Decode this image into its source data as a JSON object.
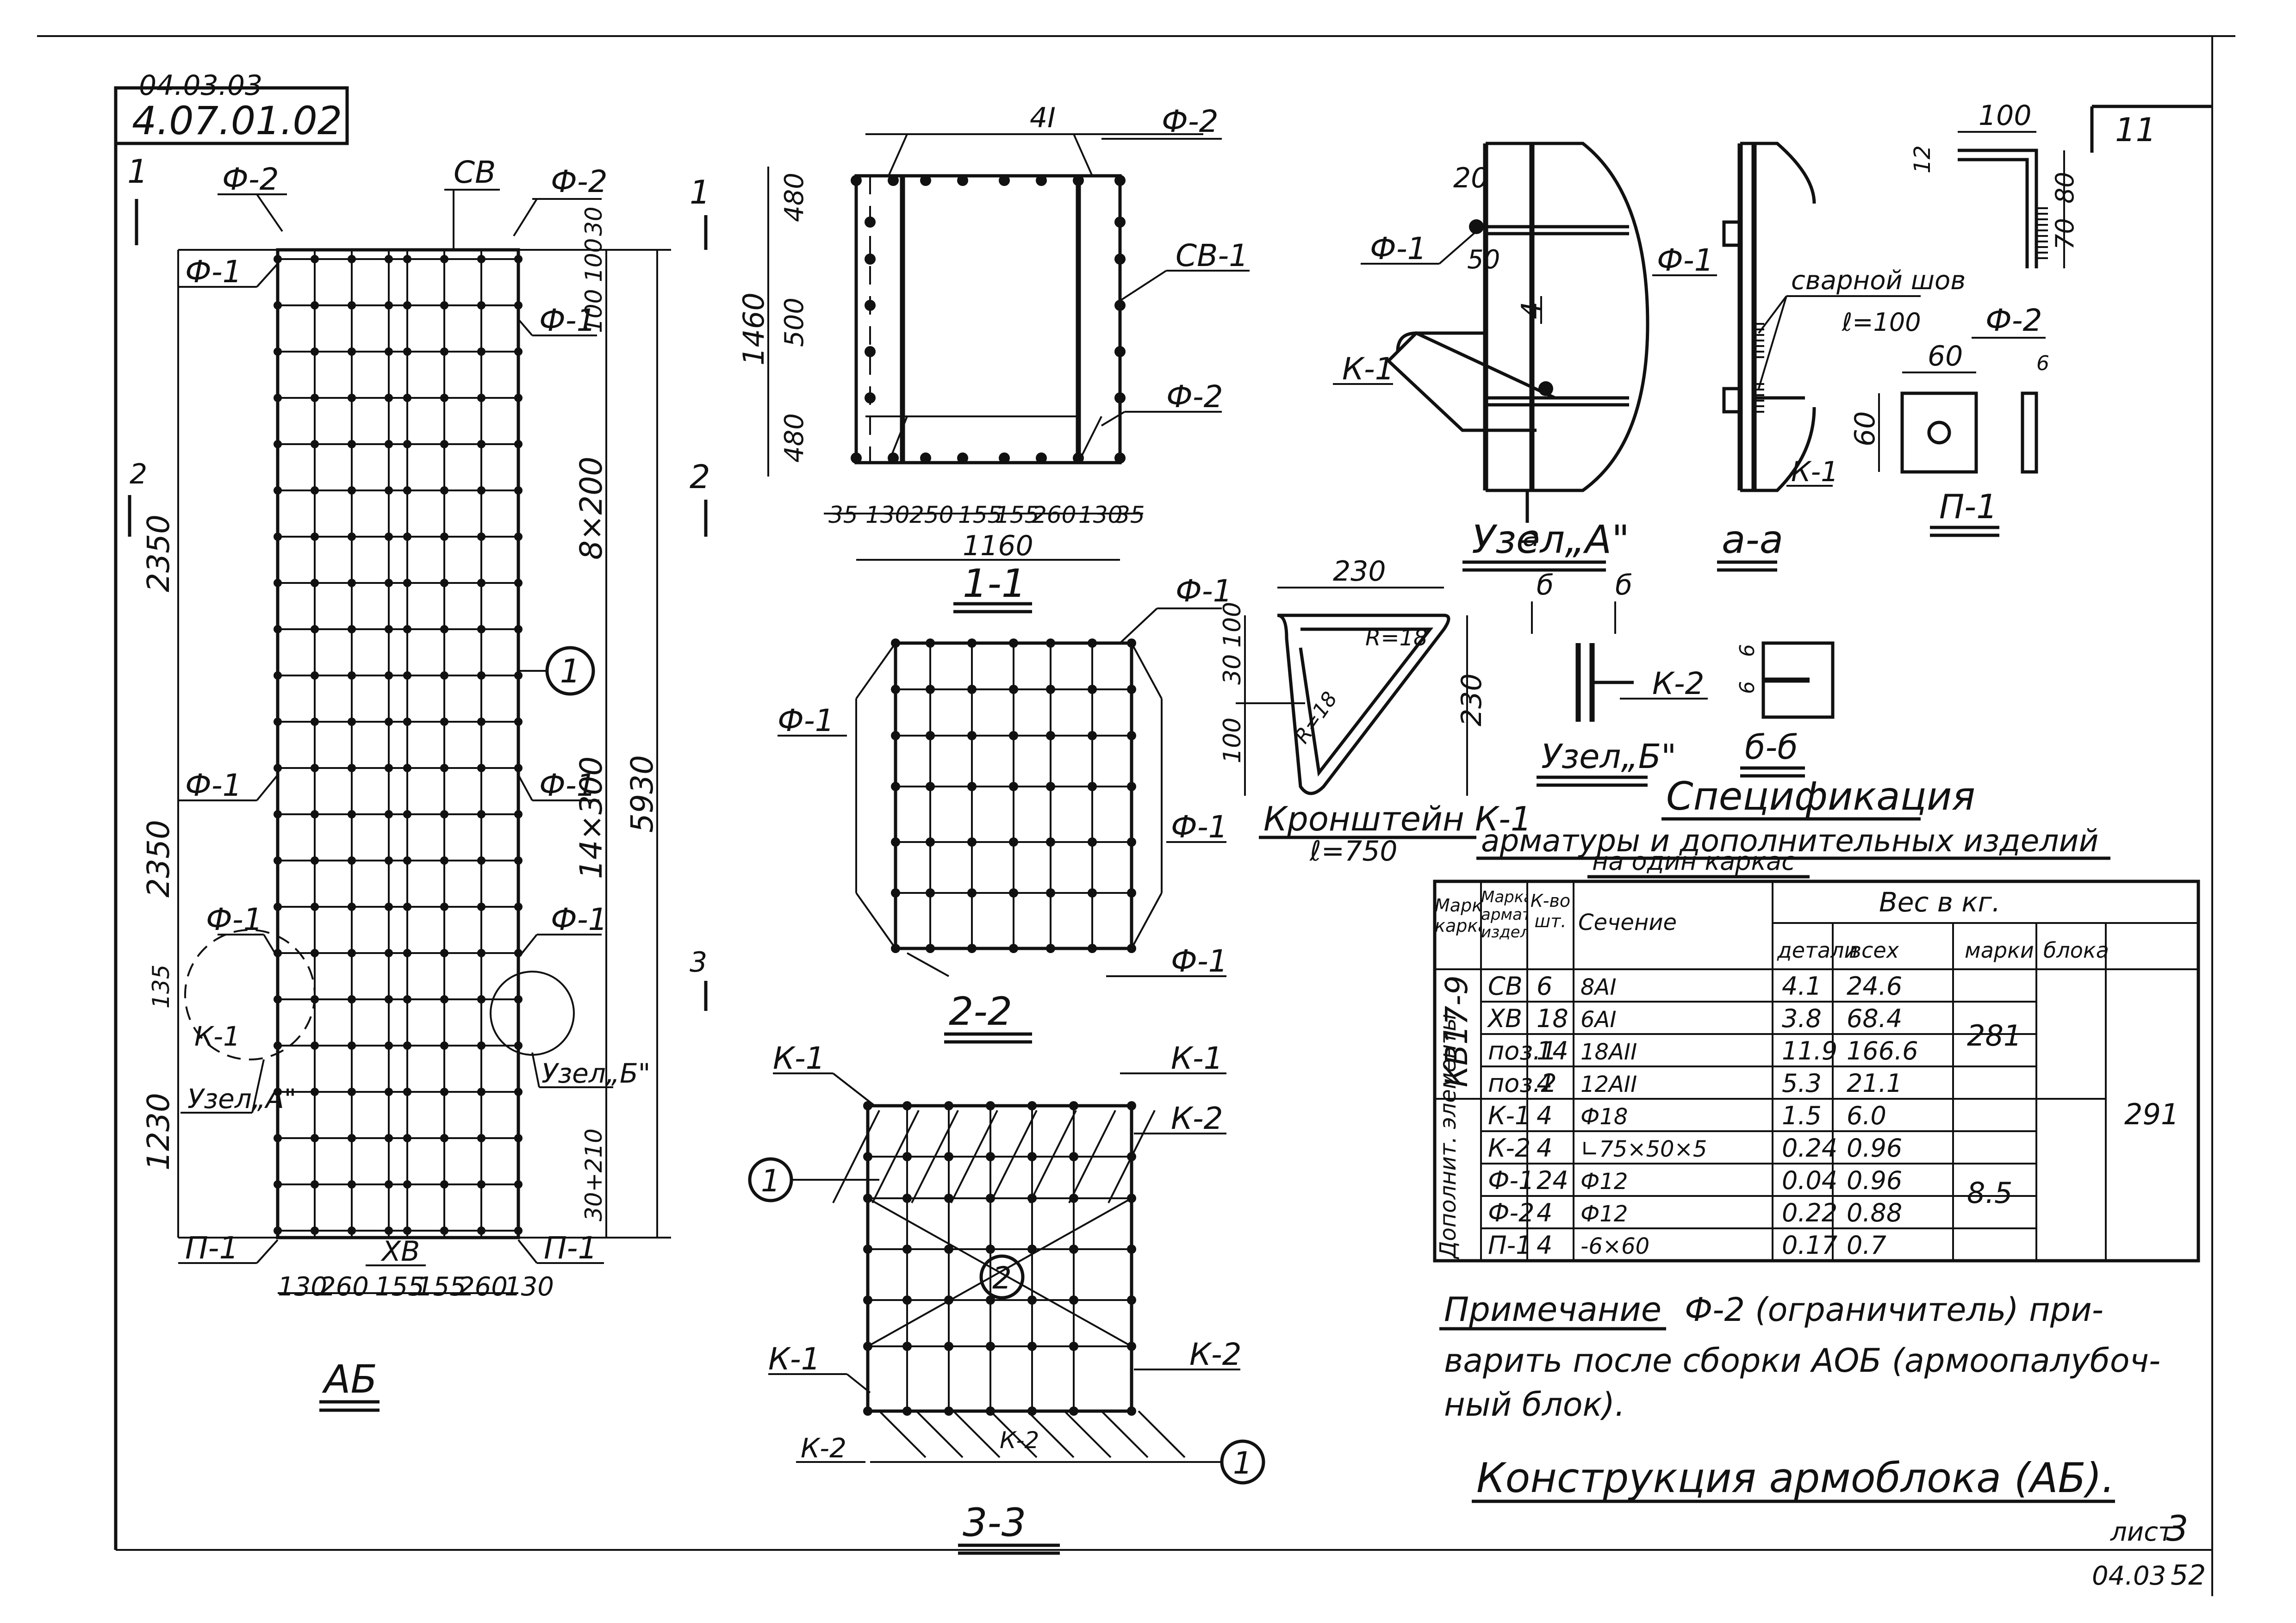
{
  "header": {
    "doc_code": "4.07.01.02",
    "doc_code_old": "04.03.03",
    "sheet_corner": "11"
  },
  "labels": {
    "f1": "Ф-1",
    "f2": "Ф-2",
    "k1": "К-1",
    "k2": "К-2",
    "p1": "П-1",
    "sv": "СВ",
    "sv1": "СВ-1",
    "xb": "ХВ",
    "cut1": "1",
    "cut2": "2",
    "cut3": "3",
    "circle1": "1",
    "circle2": "2",
    "node_a": "Узел„А\"",
    "node_b": "Узел„Б\"",
    "node_a_short": "Узел„А\"",
    "node_b_short": "Узел„Б\"",
    "weld": "сварной шов",
    "weld_len": "ℓ=100",
    "a": "а",
    "b": "б"
  },
  "views": {
    "ab": "АБ",
    "sec11": "1-1",
    "sec22": "2-2",
    "sec33": "3-3",
    "aa": "а-а",
    "bb": "б-б",
    "uzel_a": "Узел„А\"",
    "uzel_b": "Узел„Б\"",
    "bracket": "Кронштейн К-1",
    "bracket_len": "ℓ=750",
    "p1_title": "П-1"
  },
  "dims": {
    "ab_bottom": [
      "130",
      "260",
      "155",
      "155",
      "260",
      "130"
    ],
    "ab_right_top": "30",
    "ab_right_100a": "100",
    "ab_right_100b": "100",
    "ab_right_8x200": "8×200",
    "ab_right_total": "5930",
    "ab_right_14x300": "14×300",
    "ab_right_bottom": "30+210",
    "ab_left_2350a": "2350",
    "ab_left_2350b": "2350",
    "ab_left_135": "135",
    "ab_left_1230": "1230",
    "s11_top": "4I",
    "s11_left_total": "1460",
    "s11_left_480a": "480",
    "s11_left_500": "500",
    "s11_left_480b": "480",
    "s11_bottom": [
      "35",
      "130",
      "250",
      "155",
      "155",
      "260",
      "130",
      "35"
    ],
    "s11_total": "1160",
    "uz_a_20": "20",
    "uz_a_50": "50",
    "uz_a_4": "4",
    "f2_100": "100",
    "f2_12": "12",
    "f2_80": "80",
    "f2_70": "70",
    "p1_60a": "60",
    "p1_60b": "60",
    "p1_6": "6",
    "br_230a": "230",
    "br_230b": "230",
    "br_100a": "100",
    "br_30": "30",
    "br_100b": "100",
    "br_r18a": "R=18",
    "br_r18b": "R=18",
    "bb_6a": "6",
    "bb_6b": "6"
  },
  "spec": {
    "title": "Спецификация",
    "subtitle": "арматуры и дополнительных изделий",
    "subtitle2": "на один каркас",
    "headers": {
      "mark_frame": "Марка каркас",
      "mark_item": "Марка армат. изделия",
      "count": "К-во шт.",
      "section": "Сечение",
      "weight": "Вес в кг.",
      "detail": "детали",
      "all": "всех",
      "marks": "марки",
      "block": "блока"
    },
    "group1": "КВ17-9",
    "group2": "Дополнит. элементы",
    "rows": [
      {
        "item": "СВ",
        "count": "6",
        "section": "8АI",
        "detail": "4.1",
        "all": "24.6"
      },
      {
        "item": "ХВ",
        "count": "18",
        "section": "6АI",
        "detail": "3.8",
        "all": "68.4"
      },
      {
        "item": "поз.1",
        "count": "14",
        "section": "18АII",
        "detail": "11.9",
        "all": "166.6"
      },
      {
        "item": "поз.2",
        "count": "4",
        "section": "12АII",
        "detail": "5.3",
        "all": "21.1"
      },
      {
        "item": "К-1",
        "count": "4",
        "section": "Ф18",
        "detail": "1.5",
        "all": "6.0"
      },
      {
        "item": "К-2",
        "count": "4",
        "section": "∟75×50×5",
        "detail": "0.24",
        "all": "0.96"
      },
      {
        "item": "Ф-1",
        "count": "24",
        "section": "Ф12",
        "detail": "0.04",
        "all": "0.96"
      },
      {
        "item": "Ф-2",
        "count": "4",
        "section": "Ф12",
        "detail": "0.22",
        "all": "0.88"
      },
      {
        "item": "П-1",
        "count": "4",
        "section": "-6×60",
        "detail": "0.17",
        "all": "0.7"
      }
    ],
    "marks_1": "281",
    "marks_2": "8.5",
    "block": "291"
  },
  "note": {
    "label": "Примечание",
    "line1": "Ф-2 (ограничитель) при-",
    "line2": "варить после сборки АОБ (армоопалубоч-",
    "line3": "ный блок)."
  },
  "title": "Конструкция армоблока (АБ).",
  "footer": {
    "sheet_label": "лист",
    "sheet_no": "3",
    "code": "04.03",
    "num": "52"
  }
}
